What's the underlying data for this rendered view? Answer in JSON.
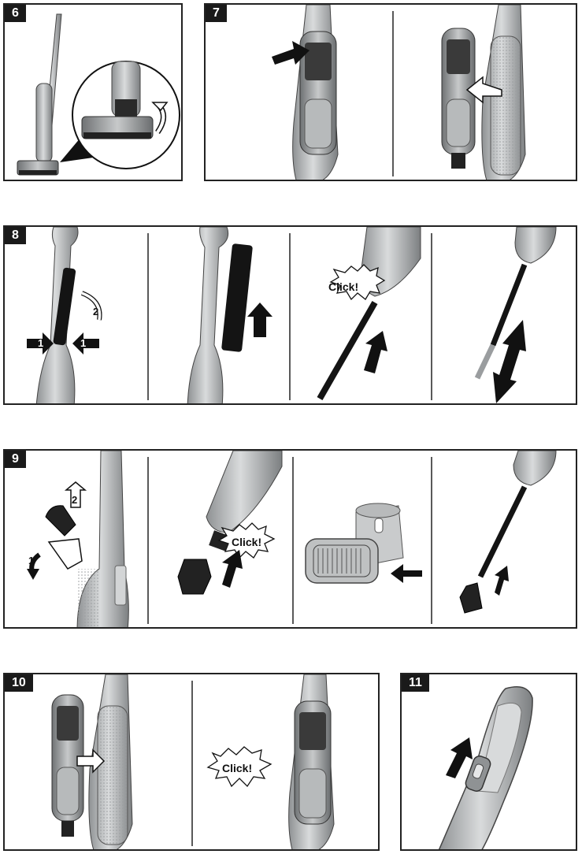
{
  "steps": {
    "s6": {
      "number": "6"
    },
    "s7": {
      "number": "7"
    },
    "s8": {
      "number": "8"
    },
    "s9": {
      "number": "9"
    },
    "s10": {
      "number": "10"
    },
    "s11": {
      "number": "11"
    }
  },
  "labels": {
    "click": "Click!",
    "one": "1",
    "two": "2"
  },
  "colors": {
    "border": "#222222",
    "badge": "#1a1a1a",
    "metal": "#a9acae",
    "dark": "#111111"
  }
}
